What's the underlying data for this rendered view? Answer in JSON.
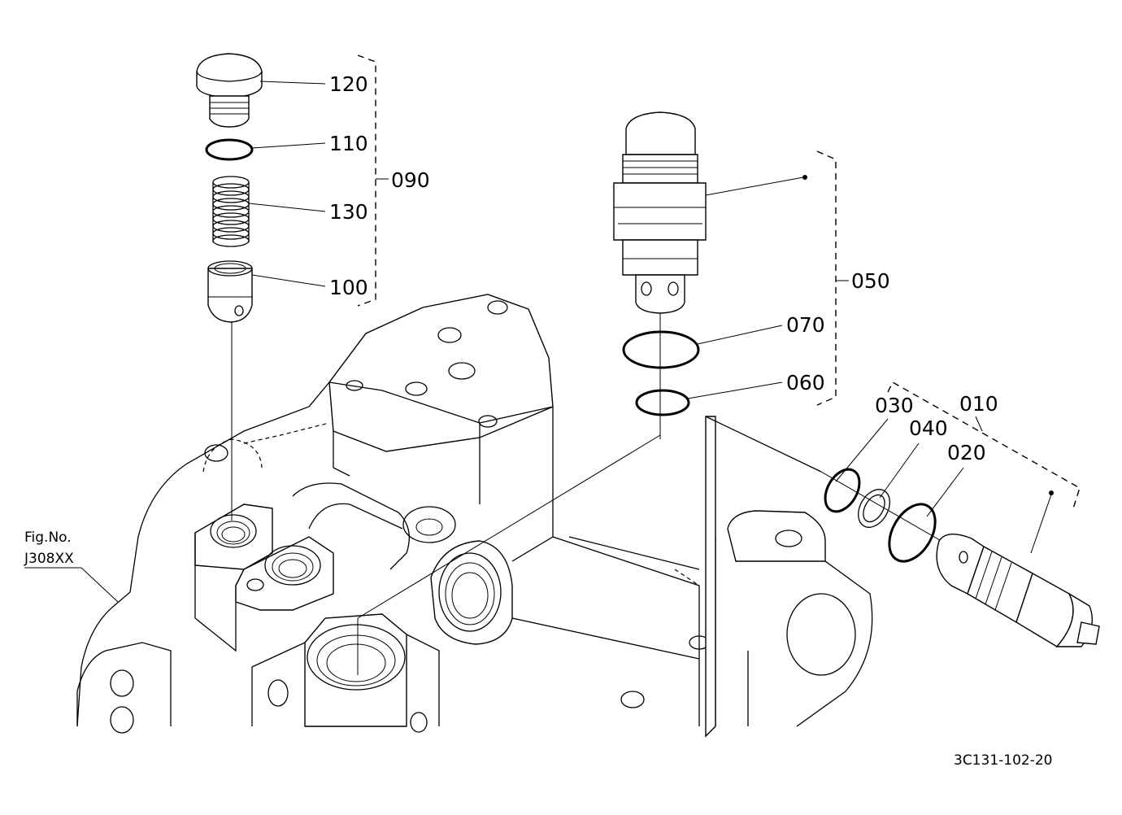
{
  "figure_ref": {
    "line1": "Fig.No.",
    "line2": "J308XX"
  },
  "drawing_number": "3C131-102-20",
  "callouts": {
    "c120": "120",
    "c110": "110",
    "c090": "090",
    "c130": "130",
    "c100": "100",
    "c050": "050",
    "c070": "070",
    "c060": "060",
    "c030": "030",
    "c010": "010",
    "c040": "040",
    "c020": "020"
  }
}
